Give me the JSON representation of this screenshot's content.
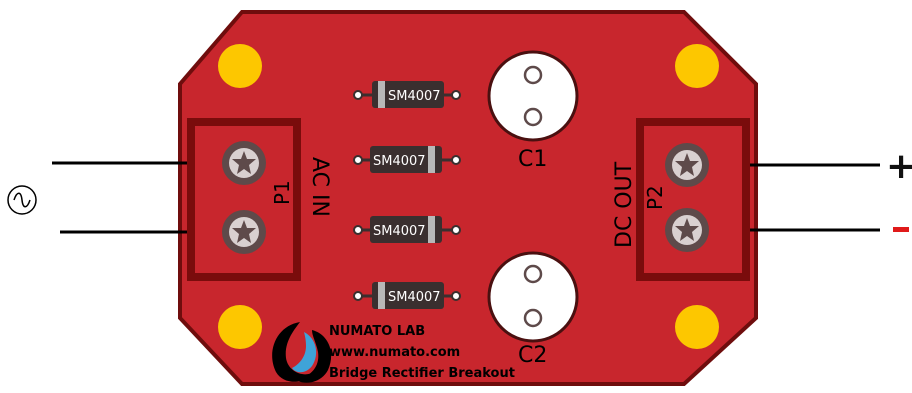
{
  "board": {
    "input_label": "AC IN",
    "input_connector": "P1",
    "output_label": "DC OUT",
    "output_connector": "P2",
    "plus_sign": "+",
    "minus_sign": "-"
  },
  "diodes": [
    {
      "label": "SM4007"
    },
    {
      "label": "SM4007"
    },
    {
      "label": "SM4007"
    },
    {
      "label": "SM4007"
    }
  ],
  "capacitors": [
    {
      "label": "C1"
    },
    {
      "label": "C2"
    }
  ],
  "brand": {
    "name": "NUMATO LAB",
    "url": "www.numato.com",
    "product": "Bridge Rectifier Breakout"
  },
  "colors": {
    "pcb_fill": "#c8262d",
    "pcb_edge": "#6f0d0d",
    "pad": "#fdc700",
    "terminal_frame": "#7a0c0c",
    "terminal_screw": "#5e4a4a",
    "diode_body": "#3a2f2f",
    "diode_band": "#b8b8b8",
    "plus": "#111111",
    "minus": "#e01a1a"
  },
  "icons": [
    "ac-source-icon",
    "screw-terminal-icon",
    "numato-logo-icon"
  ]
}
